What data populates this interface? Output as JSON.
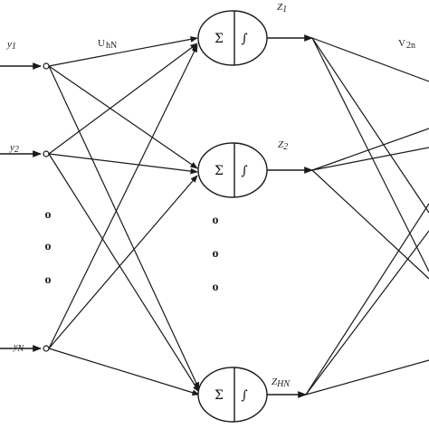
{
  "diagram": {
    "inputs": [
      {
        "label": "y",
        "sub": "1"
      },
      {
        "label": "y",
        "sub": "2"
      },
      {
        "label": "y",
        "sub": "N"
      }
    ],
    "weights": {
      "input_to_hidden": {
        "label": "U",
        "sub": "hN"
      },
      "hidden_to_output": {
        "label": "V",
        "sub": "2n"
      }
    },
    "hidden_nodes": [
      {
        "label": "Z",
        "sub": "1"
      },
      {
        "label": "Z",
        "sub": "2"
      },
      {
        "label": "Z",
        "sub": "HN"
      }
    ],
    "node_symbols": {
      "sum": "Σ",
      "integral": "∫"
    },
    "ellipsis_dot": "o",
    "colors": {
      "stroke": "#1a1a1a",
      "background": "#ffffff"
    }
  }
}
